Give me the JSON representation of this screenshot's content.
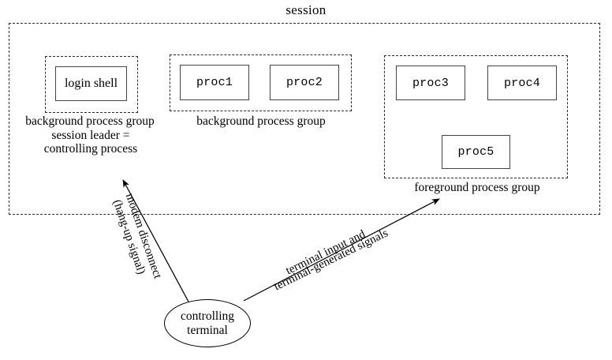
{
  "diagram": {
    "title": "session",
    "session": {
      "label": "session"
    },
    "process_groups": [
      {
        "id": "group-login",
        "caption": "background process group",
        "extra_caption_line1": "session leader =",
        "extra_caption_line2": "controlling process",
        "processes": [
          {
            "label": "login shell",
            "font": "serif"
          }
        ]
      },
      {
        "id": "group-background-2",
        "caption": "background process group",
        "processes": [
          {
            "label": "proc1",
            "font": "mono"
          },
          {
            "label": "proc2",
            "font": "mono"
          }
        ]
      },
      {
        "id": "group-foreground",
        "caption": "foreground process group",
        "processes": [
          {
            "label": "proc3",
            "font": "mono"
          },
          {
            "label": "proc4",
            "font": "mono"
          },
          {
            "label": "proc5",
            "font": "mono"
          }
        ]
      }
    ],
    "terminal": {
      "line1": "controlling",
      "line2": "terminal"
    },
    "arrows": [
      {
        "id": "modem-disconnect",
        "line1": "modem disconnect",
        "line2": "(hang-up signal)",
        "from": "controlling terminal",
        "to": "session leader"
      },
      {
        "id": "terminal-input",
        "line1": "terminal input and",
        "line2": "terminal-generated signals",
        "from": "controlling terminal",
        "to": "foreground process group"
      }
    ],
    "colors": {
      "ink": "#000000",
      "dash": "#2b2b2b",
      "box_border": "#444444",
      "background": "#ffffff"
    }
  }
}
